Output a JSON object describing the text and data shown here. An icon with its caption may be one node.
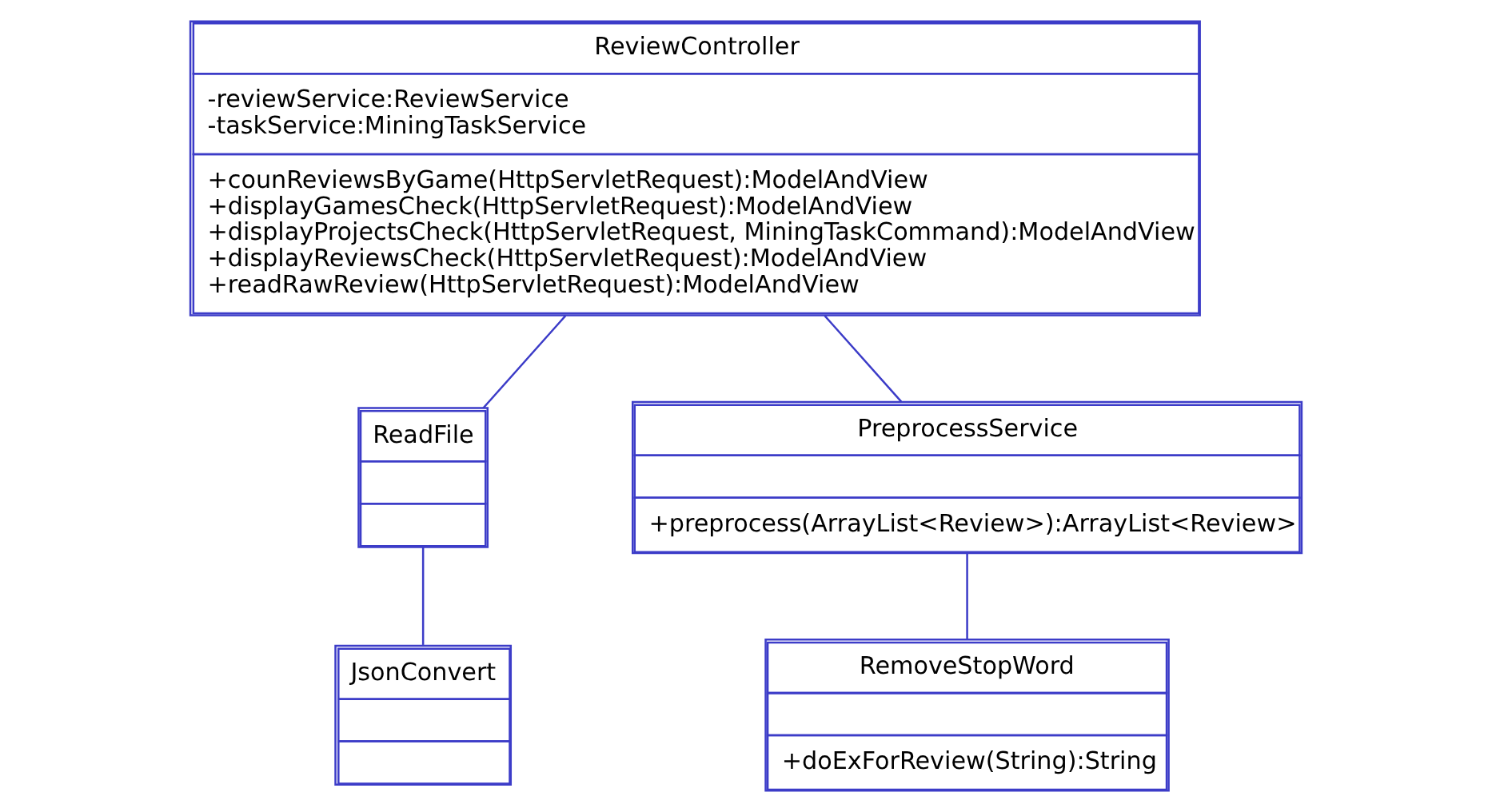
{
  "diagram": {
    "nodes": [
      {
        "text": [
          "ReviewController",
          "-reviewService:ReviewService",
          "-taskService:MiningTaskService",
          "+counReviewsByGame(HttpServletRequest):ModelAndView",
          "+displayGamesCheck(HttpServletRequest):ModelAndView",
          "+displayProjectsCheck(HttpServletRequest, MiningTaskCommand):ModelAndView",
          "+displayReviewsCheck(HttpServletRequest):ModelAndView",
          "+readRawReview(HttpServletRequest):ModelAndView"
        ]
      },
      {
        "text": [
          "ReadFile"
        ]
      },
      {
        "text": [
          "PreprocessService",
          "+preprocess(ArrayList<Review>):ArrayList<Review>"
        ]
      },
      {
        "text": [
          "JsonConvert"
        ]
      },
      {
        "text": [
          "RemoveStopWord",
          "+doExForReview(String):String"
        ]
      }
    ],
    "edges": [
      {
        "from": 0,
        "to": 1,
        "arrow": "none"
      },
      {
        "from": 0,
        "to": 2,
        "arrow": "none"
      },
      {
        "from": 1,
        "to": 3,
        "arrow": "none"
      },
      {
        "from": 2,
        "to": 4,
        "arrow": "none"
      }
    ]
  }
}
